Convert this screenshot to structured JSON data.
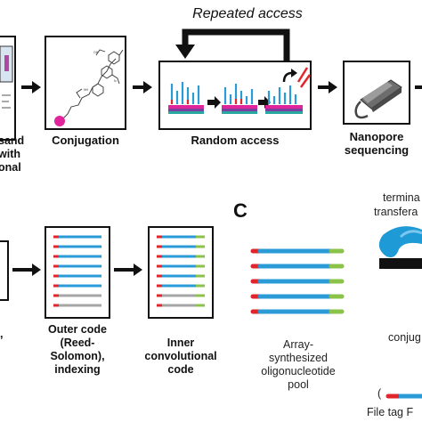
{
  "top_row": {
    "repeated_access": "Repeated access",
    "left_cut_label": [
      "sand",
      "with",
      "onal"
    ],
    "conjugation": "Conjugation",
    "random_access": "Random access",
    "nanopore": [
      "Nanopore",
      "sequencing"
    ]
  },
  "bottom_row": {
    "left_cut_label": ",",
    "outer_code": [
      "Outer code",
      "(Reed-",
      "Solomon),",
      "indexing"
    ],
    "inner_code": [
      "Inner",
      "convolutional",
      "code"
    ]
  },
  "panel_c": {
    "letter": "C",
    "terminal": [
      "termina",
      "transfera"
    ],
    "array": [
      "Array-",
      "synthesized",
      "oligonucleotide",
      "pool"
    ],
    "conjugation_cut": "conjug",
    "file_tag": "File tag F",
    "paren": "("
  },
  "colors": {
    "red": "#e0262b",
    "blue": "#2b9bd8",
    "green": "#8bc34a",
    "magenta": "#e0259a",
    "purple": "#7b3fa0",
    "teal": "#2aa9a0",
    "gray": "#a6a6a6"
  }
}
